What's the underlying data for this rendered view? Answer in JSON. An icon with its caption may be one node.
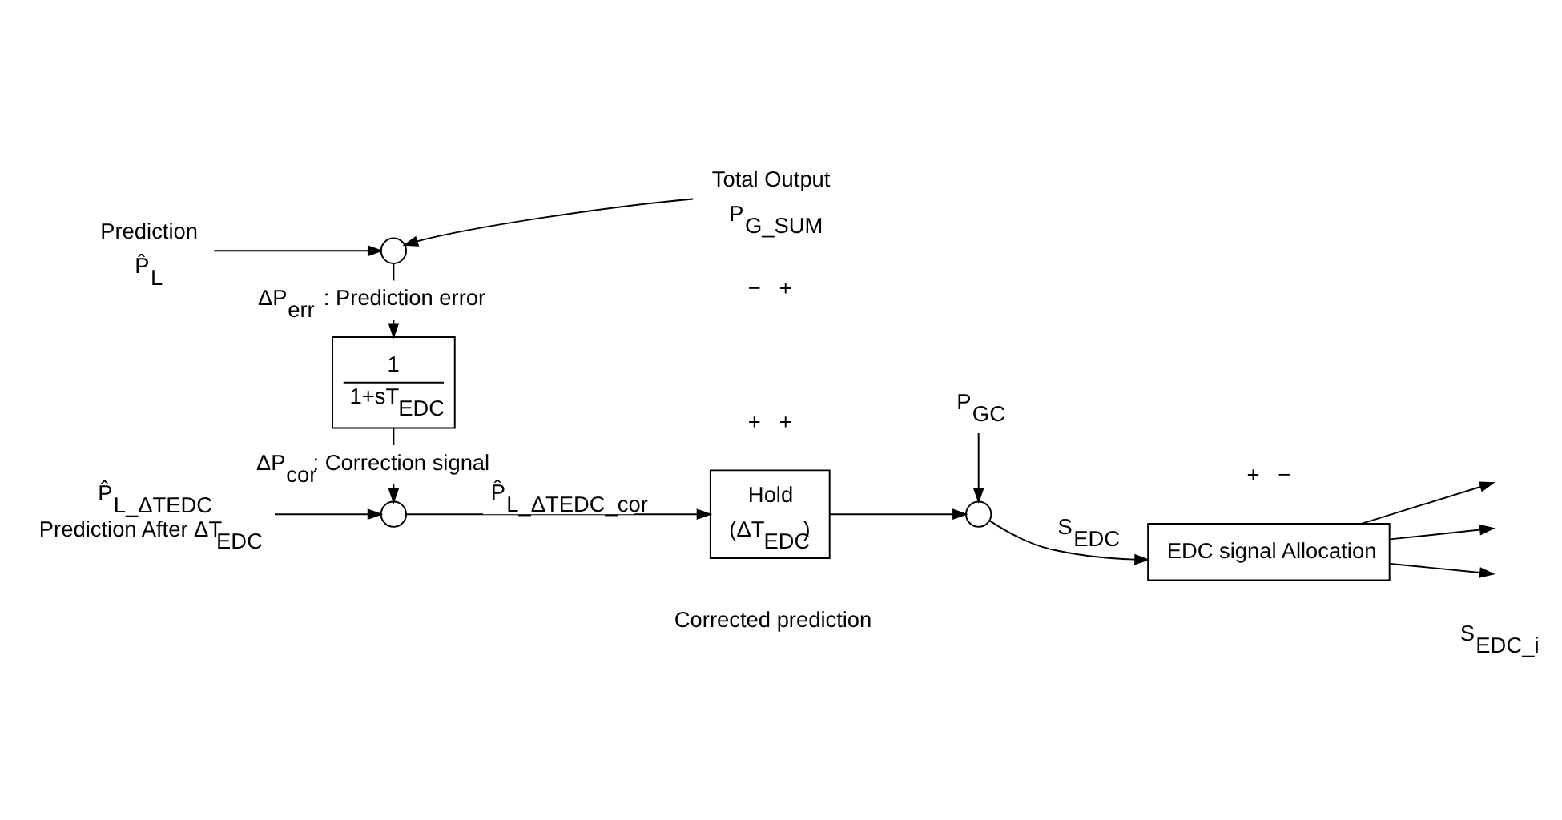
{
  "diagram": {
    "nodes": [
      {
        "text": [
          "Prediction",
          "P̂$_{L}$"
        ]
      },
      {
        "text": [
          "Total Output",
          "P$_{G_SUM}$"
        ]
      },
      {
        "text": [],
        "shape": "circle",
        "beside": [
          "−",
          "+"
        ]
      },
      {
        "text": [
          "1",
          "1+sT$_{EDC}$"
        ]
      },
      {
        "text": [
          "P̂$_{L_ΔTEDC}$",
          "Prediction After ΔT$_{EDC}$"
        ]
      },
      {
        "text": [],
        "shape": "circle",
        "beside": [
          "+",
          "+"
        ]
      },
      {
        "text": [
          "Hold",
          "(ΔT$_{EDC}$)"
        ]
      },
      {
        "text": [],
        "shape": "circle",
        "beside": [
          "+",
          "−"
        ]
      },
      {
        "text": [
          "P$_{GC}$"
        ]
      },
      {
        "text": [
          "EDC signal Allocation"
        ]
      }
    ],
    "edges": [
      {
        "from": 0,
        "to": 2,
        "arrow": "to"
      },
      {
        "from": 1,
        "to": 2,
        "arrow": "to"
      },
      {
        "from": 2,
        "to": 3,
        "arrow": "to",
        "label": "ΔP$_{err}$ : Prediction error"
      },
      {
        "from": 3,
        "to": 5,
        "arrow": "to",
        "label": "ΔP$_{cor}$: Correction signal"
      },
      {
        "from": 4,
        "to": 5,
        "arrow": "to"
      },
      {
        "from": 5,
        "to": 6,
        "arrow": "to",
        "label": "P̂$_{L_ΔTEDC_cor}$"
      },
      {
        "from": 6,
        "to": 7,
        "arrow": "to"
      },
      {
        "from": 8,
        "to": 7,
        "arrow": "to"
      },
      {
        "from": 7,
        "to": 9,
        "arrow": "to",
        "label": "S$_{EDC}$"
      },
      {
        "from": 9,
        "to": null,
        "arrow": "to"
      },
      {
        "from": 9,
        "to": null,
        "arrow": "to"
      },
      {
        "from": 9,
        "to": null,
        "arrow": "to"
      }
    ],
    "labels": [
      "S$_{EDC_i}$",
      "Corrected prediction"
    ]
  }
}
